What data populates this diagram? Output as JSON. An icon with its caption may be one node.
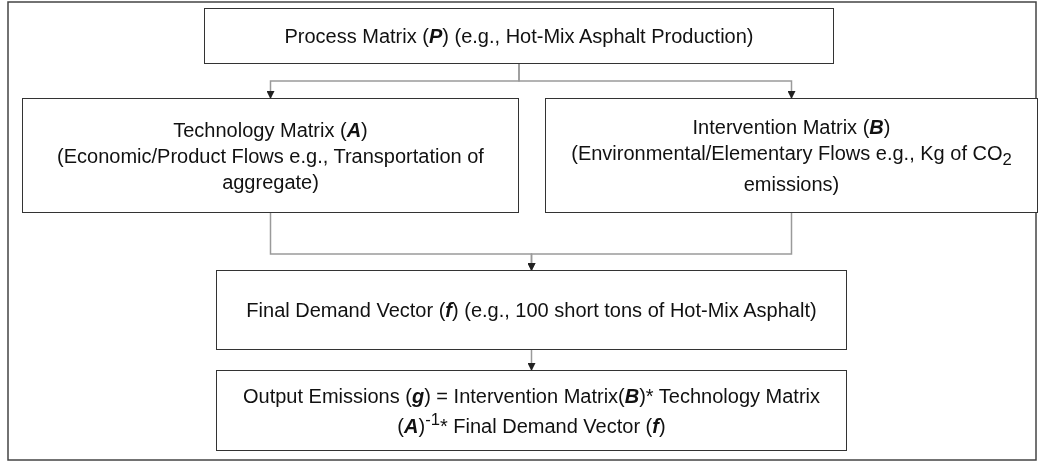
{
  "diagram": {
    "nodes": [
      {
        "text": [
          "Process Matrix (**P**) (e.g., Hot-Mix Asphalt Production)"
        ]
      },
      {
        "text": [
          "Technology Matrix (**A**)",
          "(Economic/Product Flows e.g., Transportation of aggregate)"
        ]
      },
      {
        "text": [
          "Intervention Matrix (**B**)",
          "(Environmental/Elementary Flows e.g., Kg of CO$_{2}$ emissions)"
        ]
      },
      {
        "text": [
          "Final Demand Vector (**f**) (e.g., 100 short tons of Hot-Mix Asphalt)"
        ]
      },
      {
        "text": [
          "Output Emissions (**g**) = Intervention Matrix(**B**)* Technology Matrix (**A**)$^{-1}$* Final Demand Vector (**f**)"
        ]
      }
    ],
    "edges": [
      {
        "from": 0,
        "to": 1,
        "arrow": "to"
      },
      {
        "from": 0,
        "to": 2,
        "arrow": "to"
      },
      {
        "from": 1,
        "to": 3,
        "arrow": "to"
      },
      {
        "from": 2,
        "to": 3,
        "arrow": "to"
      },
      {
        "from": 3,
        "to": 4,
        "arrow": "to"
      }
    ]
  }
}
